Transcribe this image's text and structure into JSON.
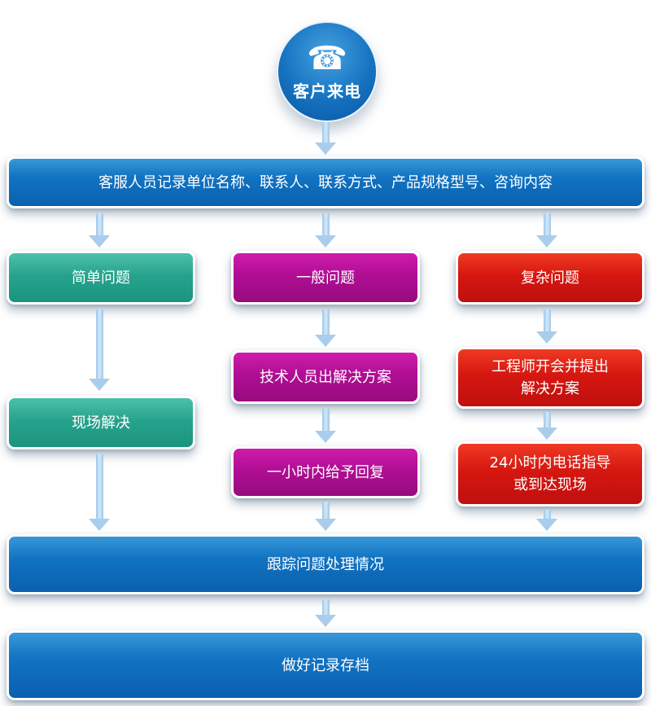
{
  "flow": {
    "start": {
      "label": "客户来电"
    },
    "record": {
      "label": "客服人员记录单位名称、联系人、联系方式、产品规格型号、咨询内容"
    },
    "simple": {
      "label": "简单问题",
      "onsite": "现场解决"
    },
    "general": {
      "label": "一般问题",
      "solution": "技术人员出解决方案",
      "reply": "一小时内给予回复"
    },
    "complex": {
      "label": "复杂问题",
      "meeting": "工程师开会并提出\n解决方案",
      "guidance": "24小时内电话指导\n或到达现场"
    },
    "track": {
      "label": "跟踪问题处理情况"
    },
    "archive": {
      "label": "做好记录存档"
    }
  },
  "icons": {
    "phone": "☎"
  },
  "colors": {
    "blue": "#0e68b4",
    "teal": "#23a28c",
    "magenta": "#b50f98",
    "red": "#d81610",
    "arrow": "#a9cdeb",
    "background": "#ffffff"
  }
}
